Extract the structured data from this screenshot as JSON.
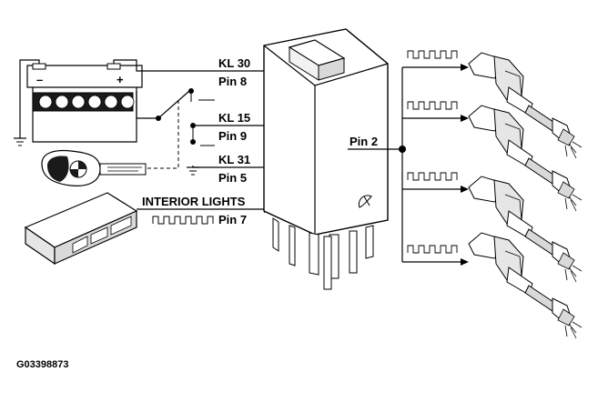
{
  "labels": {
    "kl30": "KL 30",
    "pin8": "Pin 8",
    "kl15": "KL 15",
    "pin9": "Pin 9",
    "kl31": "KL 31",
    "pin5": "Pin 5",
    "interior_lights": "INTERIOR LIGHTS",
    "pin7": "Pin 7",
    "pin2": "Pin 2",
    "figure_id": "G03398873"
  },
  "battery": {
    "negative_symbol": "–",
    "positive_symbol": "+"
  },
  "colors": {
    "line": "#000000",
    "device_fill": "#ffffff",
    "device_shade": "#d9d9d9",
    "relay_fill": "#f2f2f2"
  },
  "injector_count": 4
}
